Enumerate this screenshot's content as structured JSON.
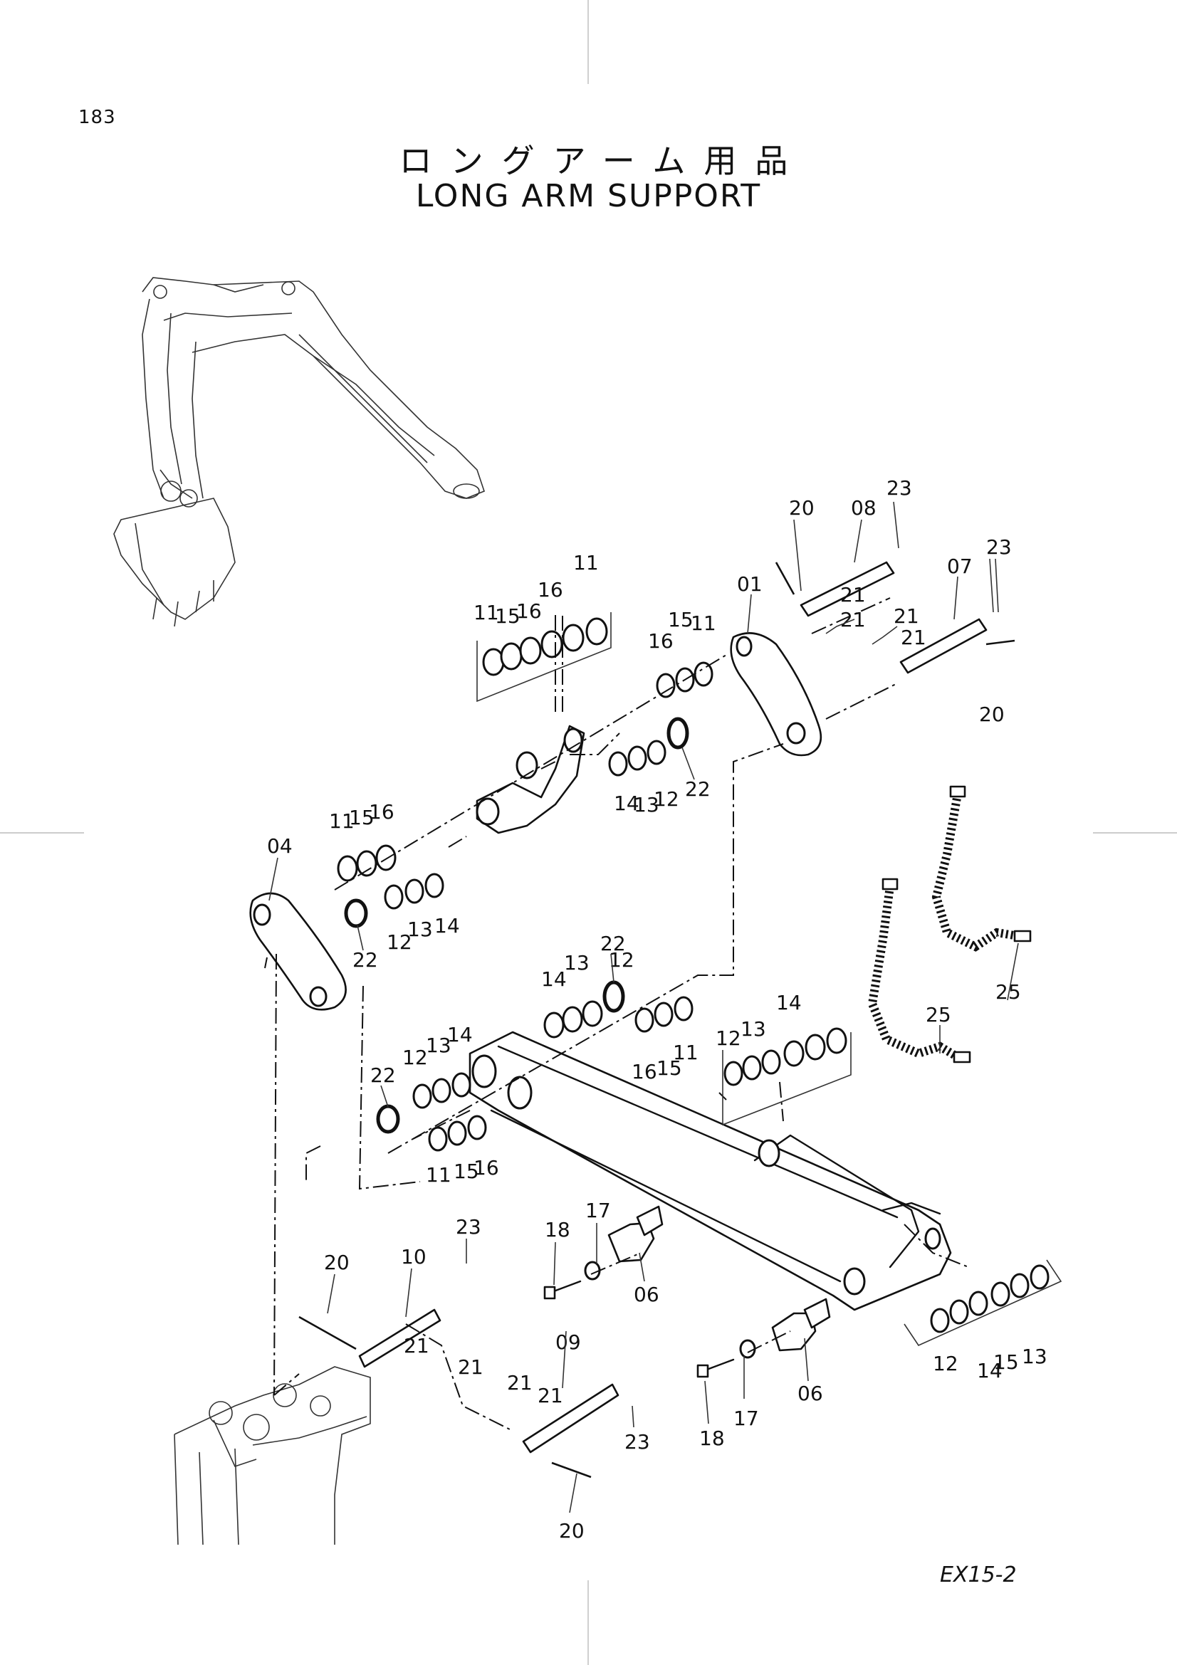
{
  "page": {
    "number": "183",
    "title_jp": "ロングアーム用品",
    "title_en": "LONG ARM SUPPORT",
    "model": "EX15-2"
  },
  "callouts": [
    "01",
    "04",
    "06",
    "06",
    "07",
    "08",
    "09",
    "10",
    "11",
    "11",
    "11",
    "11",
    "11",
    "11",
    "12",
    "12",
    "12",
    "12",
    "12",
    "12",
    "13",
    "13",
    "13",
    "13",
    "13",
    "13",
    "14",
    "14",
    "14",
    "14",
    "14",
    "14",
    "15",
    "15",
    "15",
    "15",
    "15",
    "15",
    "16",
    "16",
    "16",
    "16",
    "16",
    "16",
    "17",
    "17",
    "18",
    "18",
    "20",
    "20",
    "20",
    "20",
    "21",
    "21",
    "21",
    "21",
    "21",
    "21",
    "21",
    "21",
    "22",
    "22",
    "22",
    "22",
    "23",
    "23",
    "23",
    "23",
    "25",
    "25"
  ]
}
